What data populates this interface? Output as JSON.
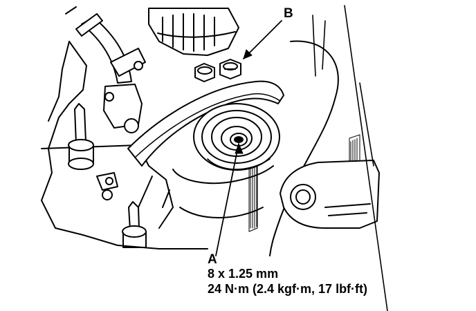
{
  "callouts": {
    "b": "B",
    "a": "A"
  },
  "fastener": {
    "size": "8 x 1.25 mm",
    "torque": "24 N·m (2.4 kgf·m, 17 lbf·ft)"
  },
  "colors": {
    "ink": "#000000",
    "paper": "#ffffff"
  }
}
